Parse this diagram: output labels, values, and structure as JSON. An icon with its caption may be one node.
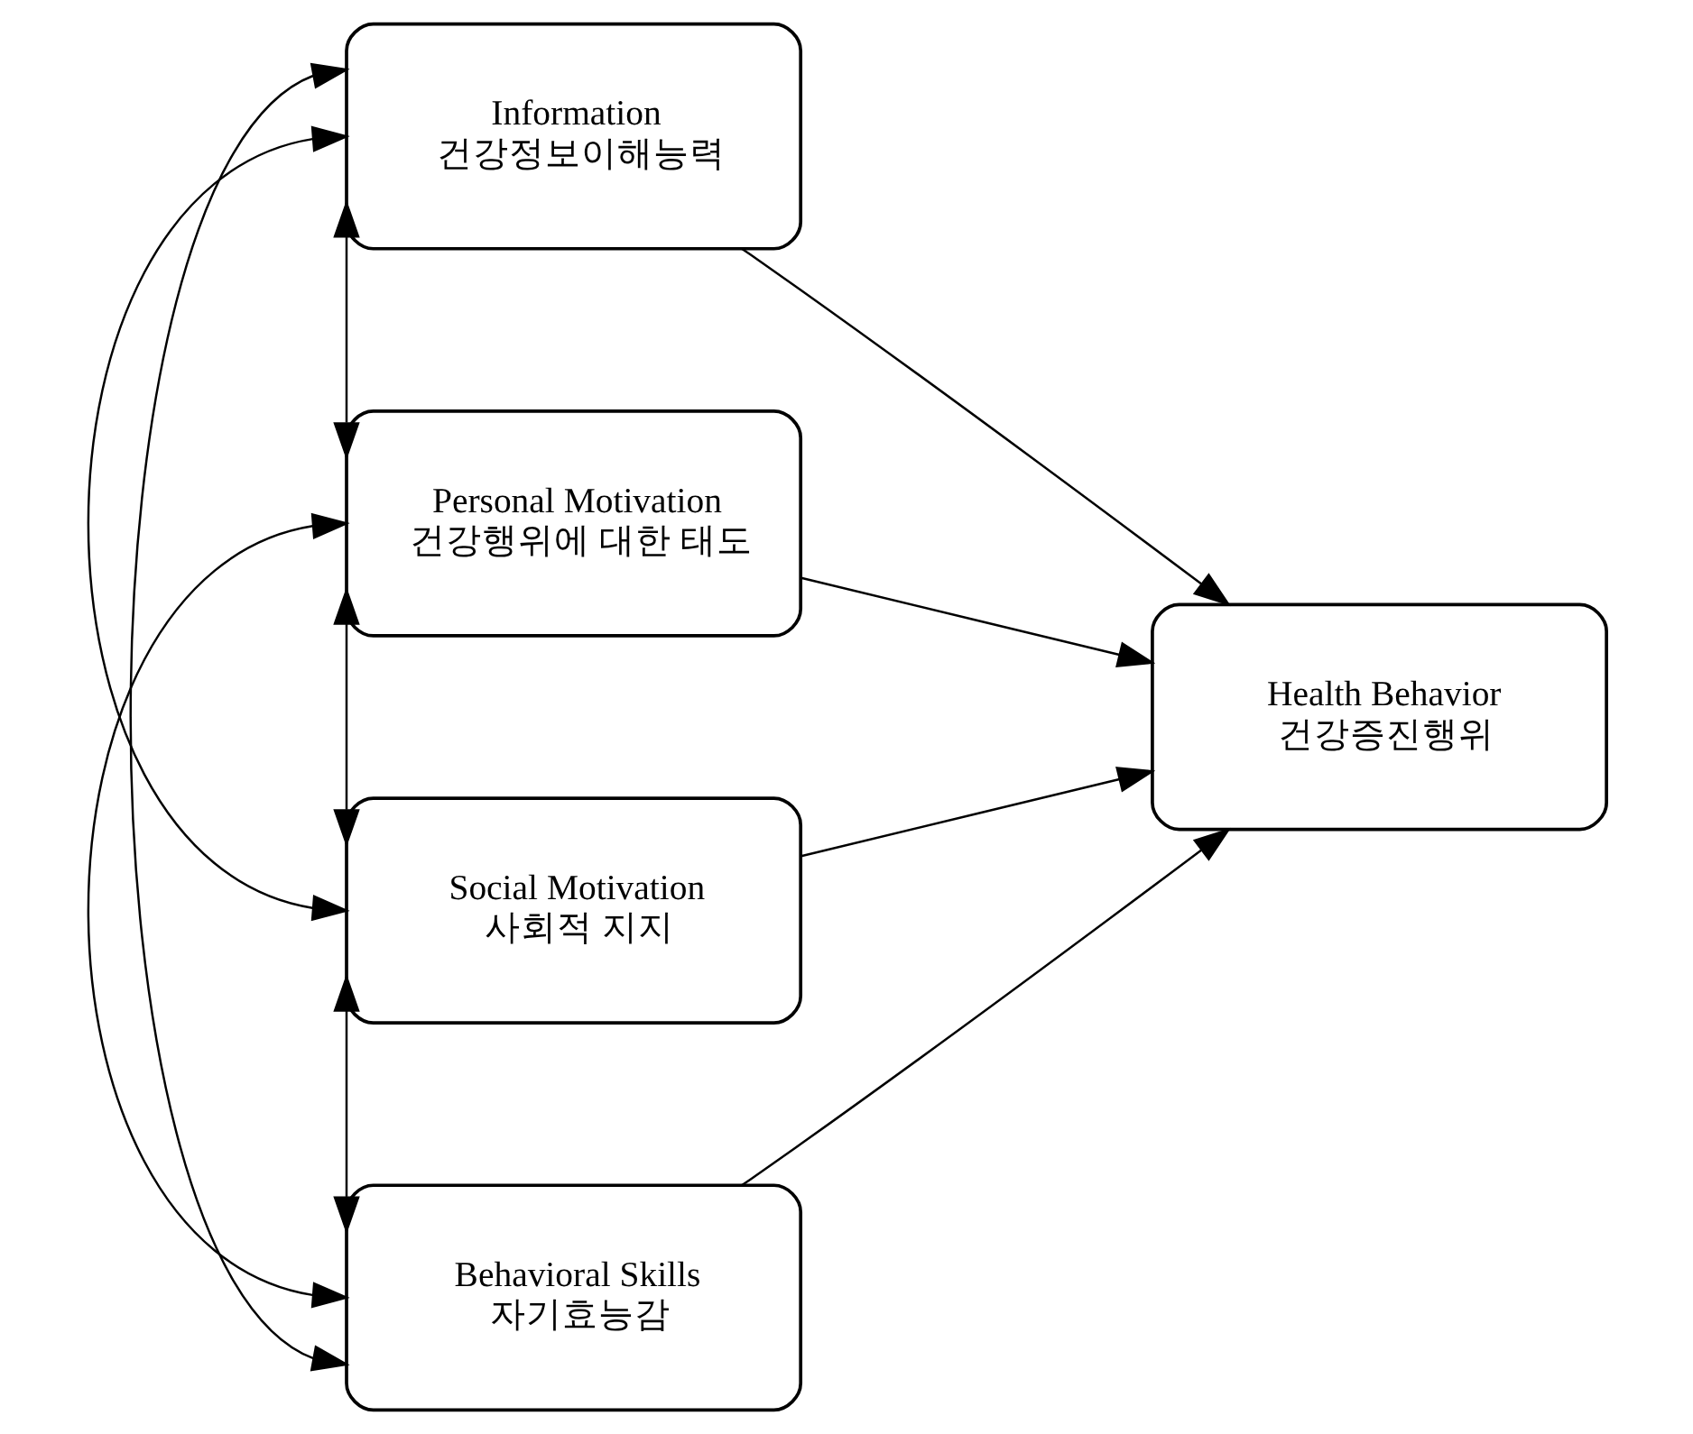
{
  "diagram": {
    "nodes": [
      {
        "text": [
          "Information",
          "건강정보이해능력"
        ]
      },
      {
        "text": [
          "Personal Motivation",
          "건강행위에 대한 태도"
        ]
      },
      {
        "text": [
          "Social Motivation",
          "사회적 지지"
        ]
      },
      {
        "text": [
          "Behavioral Skills",
          "자기효능감"
        ]
      },
      {
        "text": [
          "Health Behavior",
          "건강증진행위"
        ]
      }
    ],
    "edges": [
      {
        "from": 0,
        "to": 4,
        "arrow": "to"
      },
      {
        "from": 1,
        "to": 4,
        "arrow": "to"
      },
      {
        "from": 2,
        "to": 4,
        "arrow": "to"
      },
      {
        "from": 3,
        "to": 4,
        "arrow": "to"
      },
      {
        "from": 0,
        "to": 1,
        "arrow": "both"
      },
      {
        "from": 0,
        "to": 2,
        "arrow": "both"
      },
      {
        "from": 0,
        "to": 3,
        "arrow": "both"
      },
      {
        "from": 1,
        "to": 2,
        "arrow": "both"
      },
      {
        "from": 1,
        "to": 3,
        "arrow": "both"
      },
      {
        "from": 2,
        "to": 3,
        "arrow": "both"
      }
    ]
  }
}
